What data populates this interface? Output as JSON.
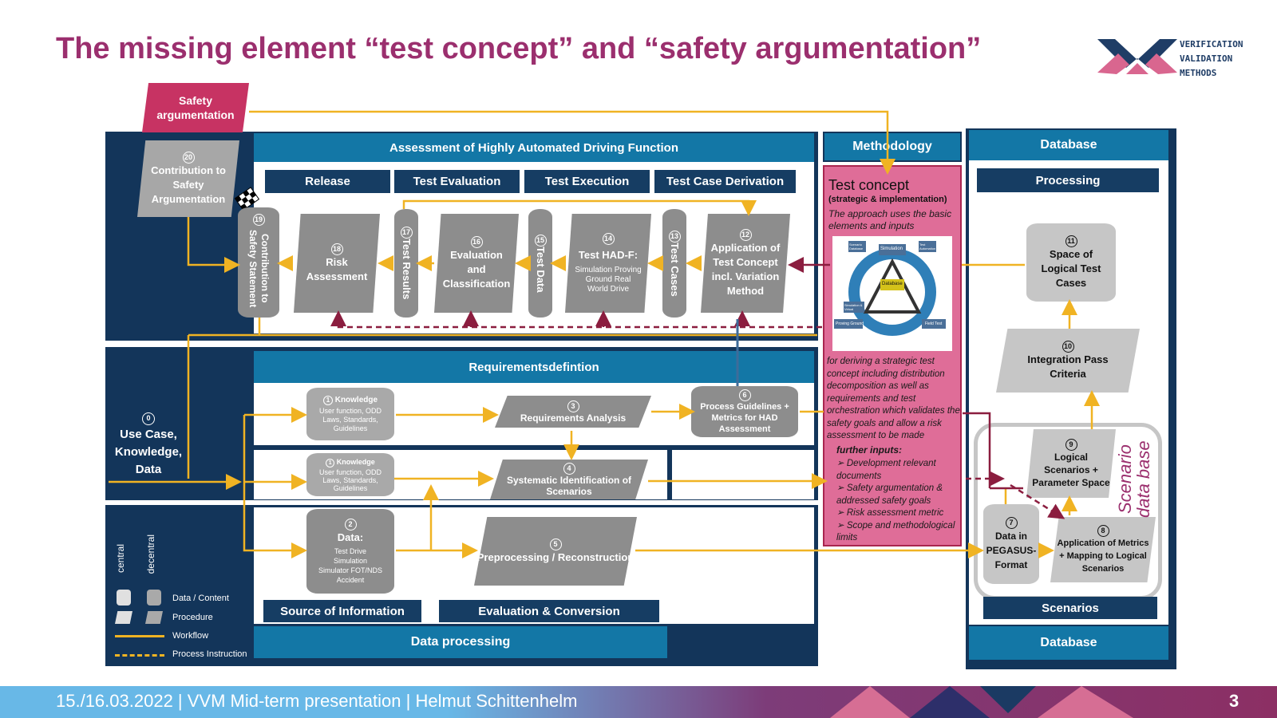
{
  "slide": {
    "title": "The missing element “test concept” and “safety argumentation”",
    "footer": "15./16.03.2022 | VVM Mid-term presentation | Helmut Schittenhelm",
    "page_number": "3"
  },
  "logo": {
    "lines": [
      "VERIFICATION",
      "VALIDATION",
      "METHODS"
    ]
  },
  "safety_argumentation": "Safety argumentation",
  "contribution": {
    "num": "20",
    "label": "Contribution to Safety Argumentation"
  },
  "assessment": {
    "header": "Assessment of Highly Automated Driving Function",
    "tabs": [
      "Release",
      "Test Evaluation",
      "Test Execution",
      "Test Case Derivation"
    ],
    "steps": [
      {
        "num": "19",
        "label": "Contribution to Safety Statement"
      },
      {
        "num": "18",
        "label": "Risk Assessment"
      },
      {
        "num": "17",
        "label": "Test Results"
      },
      {
        "num": "16",
        "label": "Evaluation and Classification"
      },
      {
        "num": "15",
        "label": "Test Data"
      },
      {
        "num": "14",
        "label": "Test HAD-F:",
        "sub": "Simulation Proving Ground Real World Drive"
      },
      {
        "num": "13",
        "label": "Test Cases"
      },
      {
        "num": "12",
        "label": "Application of Test Concept incl. Variation Method"
      }
    ]
  },
  "requirements": {
    "header": "Requirementsdefintion",
    "knowledge1": {
      "num": "1",
      "label": "Knowledge",
      "sub": "User function, ODD Laws, Standards, Guidelines"
    },
    "knowledge2": {
      "num": "1",
      "label": "Knowledge",
      "sub": "User function, ODD Laws, Standards, Guidelines"
    },
    "analysis": {
      "num": "3",
      "label": "Requirements Analysis"
    },
    "guidelines": {
      "num": "6",
      "label": "Process Guidelines + Metrics for HAD Assessment"
    },
    "systematic": {
      "num": "4",
      "label": "Systematic Identification of Scenarios"
    }
  },
  "use_case": {
    "num": "0",
    "label": "Use Case, Knowledge, Data"
  },
  "data_processing": {
    "data": {
      "num": "2",
      "label": "Data:",
      "sub": "Test Drive Simulation Simulator FOT/NDS Accident"
    },
    "preprocessing": {
      "num": "5",
      "label": "Preprocessing / Reconstruction"
    },
    "source": "Source of Information",
    "evaluation": "Evaluation & Conversion",
    "footer": "Data processing"
  },
  "legend": {
    "central": "central",
    "decentral": "decentral",
    "items": [
      "Data / Content",
      "Procedure",
      "Workflow",
      "Process Instruction"
    ]
  },
  "methodology": {
    "header": "Methodology",
    "title": "Test concept",
    "subtitle": "(strategic & implementation)",
    "intro": "The approach uses the basic elements and inputs",
    "cycle": [
      "Scenario Database",
      "Test Automation",
      "Simulation",
      "Database",
      "Simulation & Virtual",
      "Proving Ground",
      "Field Test"
    ],
    "body": "for deriving a strategic test concept including distribution decomposition as well as requirements and test orchestration which validates the safety goals and allow a risk assessment to be made",
    "further_title": "further inputs:",
    "further": [
      "Development relevant documents",
      "Safety argumentation & addressed safety goals",
      "Risk assessment metric",
      "Scope and methodological limits"
    ]
  },
  "database": {
    "header": "Database",
    "processing": "Processing",
    "space": {
      "num": "11",
      "label": "Space of Logical Test Cases"
    },
    "integration": {
      "num": "10",
      "label": "Integration Pass Criteria"
    },
    "logical": {
      "num": "9",
      "label": "Logical Scenarios + Parameter Space"
    },
    "pegasus": {
      "num": "7",
      "label": "Data in PEGASUS-Format"
    },
    "metrics": {
      "num": "8",
      "label": "Application of Metrics + Mapping to Logical Scenarios"
    },
    "scenario_db": "Scenario data base",
    "scenarios": "Scenarios",
    "footer": "Database"
  },
  "colors": {
    "title": "#9b2f6e",
    "navy": "#13355a",
    "header_blue": "#1377a6",
    "workflow": "#f0b323",
    "instruction": "#8b1d3f",
    "pink": "#df6d98",
    "step_gray": "#8d8d8d"
  }
}
